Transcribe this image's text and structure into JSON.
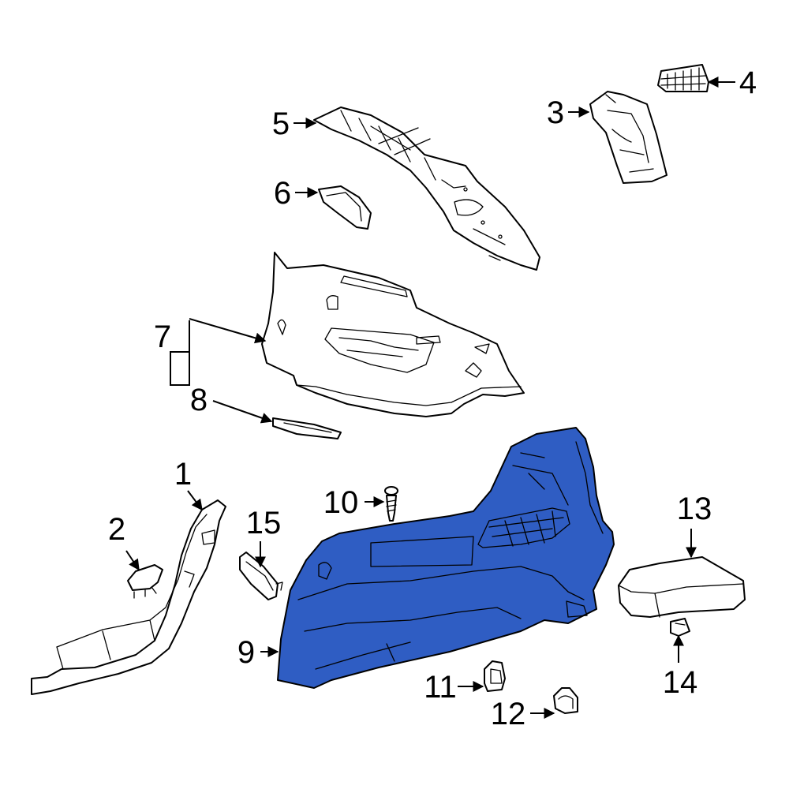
{
  "diagram": {
    "highlight_color": "#2f5dc3",
    "line_color": "#000000",
    "background": "#ffffff",
    "highlighted_part": "9",
    "callouts": [
      {
        "id": "1",
        "label": "1"
      },
      {
        "id": "2",
        "label": "2"
      },
      {
        "id": "3",
        "label": "3"
      },
      {
        "id": "4",
        "label": "4"
      },
      {
        "id": "5",
        "label": "5"
      },
      {
        "id": "6",
        "label": "6"
      },
      {
        "id": "7",
        "label": "7"
      },
      {
        "id": "8",
        "label": "8"
      },
      {
        "id": "9",
        "label": "9"
      },
      {
        "id": "10",
        "label": "10"
      },
      {
        "id": "11",
        "label": "11"
      },
      {
        "id": "12",
        "label": "12"
      },
      {
        "id": "13",
        "label": "13"
      },
      {
        "id": "14",
        "label": "14"
      },
      {
        "id": "15",
        "label": "15"
      }
    ]
  }
}
